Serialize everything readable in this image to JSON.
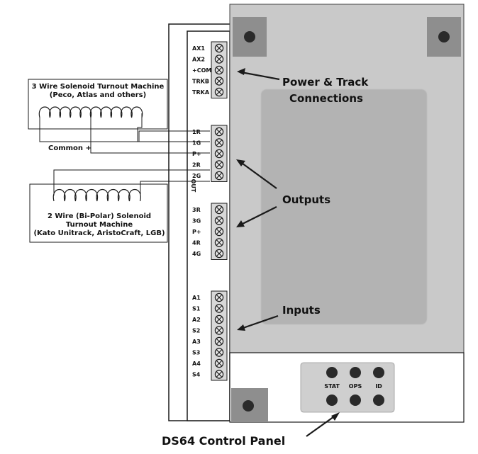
{
  "power_pins": [
    "AX1",
    "AX2",
    "+COM",
    "TRKB",
    "TRKA"
  ],
  "output_pins_a": [
    "1R",
    "1G",
    "P+",
    "2R",
    "2G"
  ],
  "output_pins_b": [
    "3R",
    "3G",
    "P+",
    "4R",
    "4G"
  ],
  "out_label": "OUT",
  "input_pins": [
    "A1",
    "S1",
    "A2",
    "S2",
    "A3",
    "S3",
    "A4",
    "S4"
  ],
  "callouts": {
    "power_line1": "Power & Track",
    "power_line2": "Connections",
    "outputs": "Outputs",
    "inputs": "Inputs"
  },
  "turnout_3wire": {
    "line1": "3 Wire Solenoid Turnout Machine",
    "line2": "(Peco, Atlas and others)",
    "common": "Common +"
  },
  "turnout_2wire": {
    "line1": "2 Wire (Bi-Polar) Solenoid",
    "line2": "Turnout Machine",
    "line3": "(Kato Unitrack, AristoCraft, LGB)"
  },
  "leds": [
    "STAT",
    "OPS",
    "ID"
  ],
  "title": "DS64 Control Panel",
  "colors": {
    "board": "#c9c9c9",
    "inner_panel": "#b3b3b3",
    "corner_pad": "#8e8e8e",
    "led_panel": "#cfcfcf",
    "ink": "#1a1a1a"
  }
}
